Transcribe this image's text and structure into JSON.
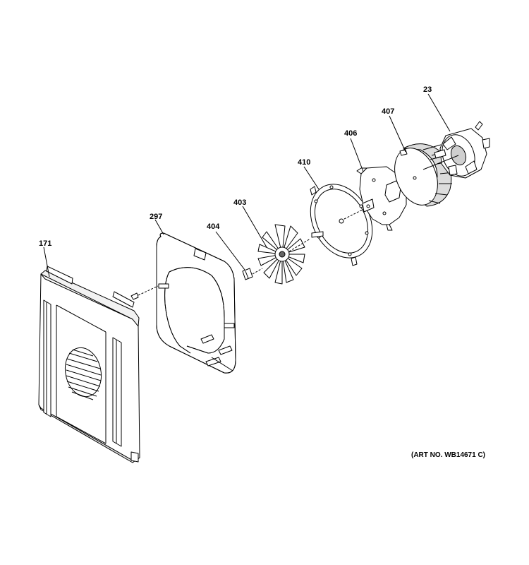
{
  "diagram": {
    "art_number": "(ART NO. WB14671 C)",
    "parts": [
      {
        "id": "p171",
        "label": "171"
      },
      {
        "id": "p297",
        "label": "297"
      },
      {
        "id": "p404",
        "label": "404"
      },
      {
        "id": "p403",
        "label": "403"
      },
      {
        "id": "p410",
        "label": "410"
      },
      {
        "id": "p406",
        "label": "406"
      },
      {
        "id": "p407",
        "label": "407"
      },
      {
        "id": "p23",
        "label": "23"
      }
    ]
  }
}
